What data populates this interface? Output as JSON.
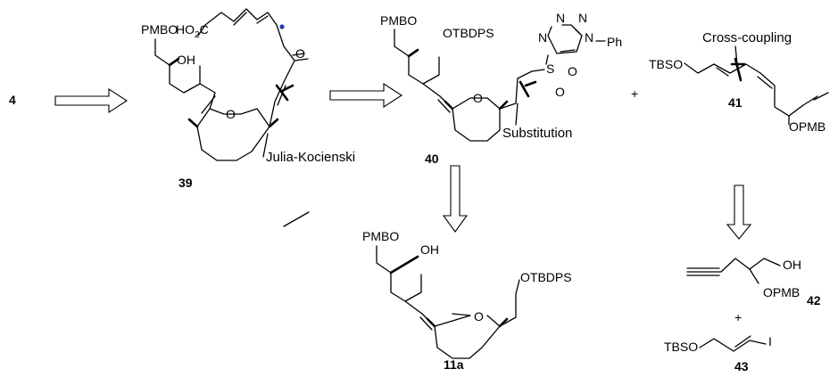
{
  "compounds": {
    "start": {
      "number": "4"
    },
    "c39": {
      "number": "39",
      "pmbo": "PMBO",
      "ho2c": "HO",
      "ho2c_sub": "2",
      "ho2c_end": "C",
      "oh": "OH",
      "ketone_o": "O",
      "ring_o": "O",
      "disconnection": "Julia-Kocienski"
    },
    "c40": {
      "number": "40",
      "pmbo": "PMBO",
      "otbdps": "OTBDPS",
      "ring_o": "O",
      "sulfur": "S",
      "sulfonyl_o1": "O",
      "sulfonyl_o2": "O",
      "tz_n1": "N",
      "tz_n2": "N",
      "tz_n3": "N",
      "tz_n4": "N",
      "tz_n_ph": "Ph",
      "disconnection": "Substitution"
    },
    "c41": {
      "number": "41",
      "tbso": "TBSO",
      "opmb": "OPMB",
      "disconnection": "Cross-coupling"
    },
    "c11a": {
      "number": "11a",
      "pmbo": "PMBO",
      "oh": "OH",
      "otbdps": "OTBDPS",
      "ring_o": "O"
    },
    "c42": {
      "number": "42",
      "oh": "OH",
      "opmb": "OPMB"
    },
    "c43": {
      "number": "43",
      "tbso": "TBSO",
      "iodo": "I"
    }
  },
  "operators": {
    "plus_top": "+",
    "plus_bottom": "+"
  }
}
